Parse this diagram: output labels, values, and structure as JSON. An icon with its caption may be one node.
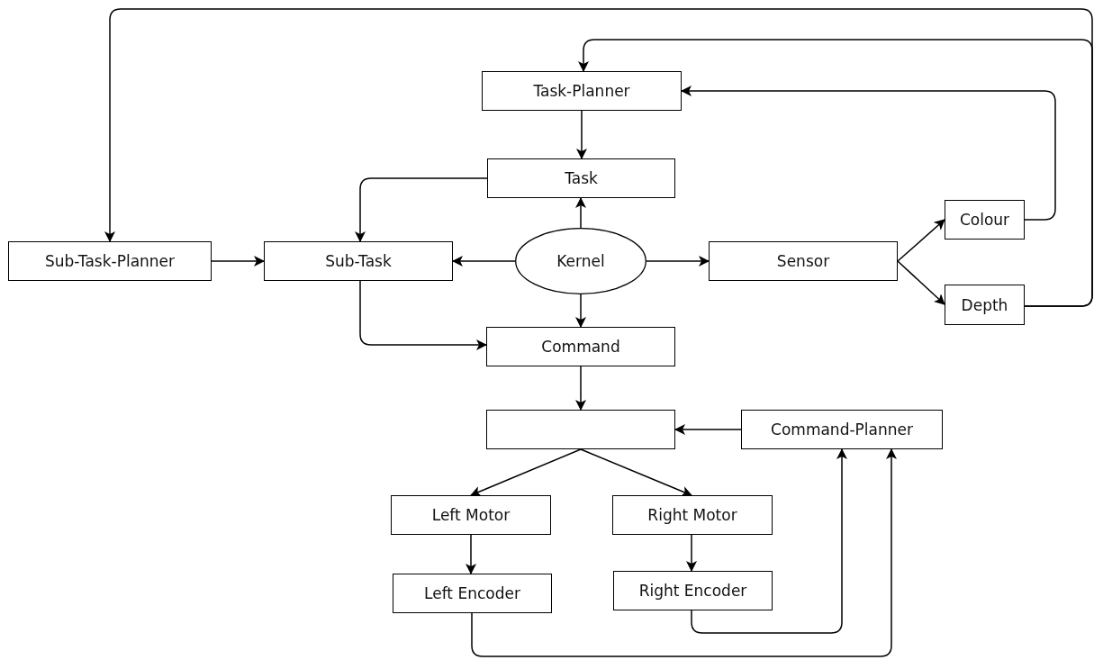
{
  "diagram": {
    "nodes": [
      {
        "text": [
          "Task-Planner"
        ]
      },
      {
        "text": [
          "Task"
        ]
      },
      {
        "text": [
          "Sub-Task-Planner"
        ]
      },
      {
        "text": [
          "Sub-Task"
        ]
      },
      {
        "text": [
          "Kernel"
        ]
      },
      {
        "text": [
          "Sensor"
        ]
      },
      {
        "text": [
          "Colour"
        ]
      },
      {
        "text": [
          "Depth"
        ]
      },
      {
        "text": [
          "Command"
        ]
      },
      {
        "text": [],
        "shape": "box"
      },
      {
        "text": [
          "Command-Planner"
        ]
      },
      {
        "text": [
          "Left Motor"
        ]
      },
      {
        "text": [
          "Right Motor"
        ]
      },
      {
        "text": [
          "Left Encoder"
        ]
      },
      {
        "text": [
          "Right Encoder"
        ]
      }
    ],
    "edges": [
      {
        "from": 0,
        "to": 1,
        "arrow": "to"
      },
      {
        "from": 1,
        "to": 3,
        "arrow": "to"
      },
      {
        "from": 2,
        "to": 3,
        "arrow": "to"
      },
      {
        "from": 4,
        "to": 3,
        "arrow": "to"
      },
      {
        "from": 4,
        "to": 1,
        "arrow": "to"
      },
      {
        "from": 4,
        "to": 5,
        "arrow": "to"
      },
      {
        "from": 4,
        "to": 8,
        "arrow": "to"
      },
      {
        "from": 5,
        "to": 6,
        "arrow": "to"
      },
      {
        "from": 5,
        "to": 7,
        "arrow": "to"
      },
      {
        "from": 6,
        "to": 0,
        "arrow": "to"
      },
      {
        "from": 7,
        "to": 0,
        "arrow": "to"
      },
      {
        "from": 7,
        "to": 2,
        "arrow": "to"
      },
      {
        "from": 3,
        "to": 8,
        "arrow": "to"
      },
      {
        "from": 8,
        "to": 9,
        "arrow": "to"
      },
      {
        "from": 10,
        "to": 9,
        "arrow": "to"
      },
      {
        "from": 9,
        "to": 11,
        "arrow": "to"
      },
      {
        "from": 9,
        "to": 12,
        "arrow": "to"
      },
      {
        "from": 11,
        "to": 13,
        "arrow": "to"
      },
      {
        "from": 12,
        "to": 14,
        "arrow": "to"
      },
      {
        "from": 14,
        "to": 10,
        "arrow": "to"
      },
      {
        "from": 13,
        "to": 10,
        "arrow": "to"
      }
    ]
  }
}
